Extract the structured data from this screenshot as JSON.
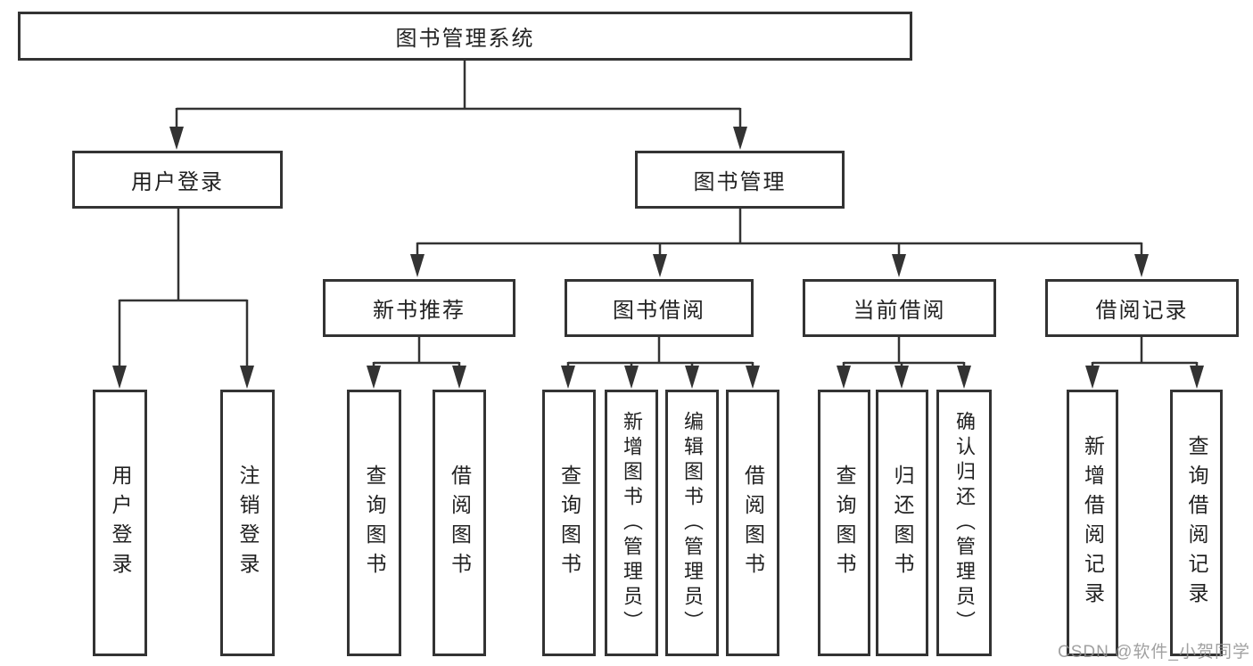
{
  "tree": {
    "root": {
      "label": "图书管理系统"
    },
    "branches": [
      {
        "label": "用户登录",
        "children": [
          {
            "label": "用户登录"
          },
          {
            "label": "注销登录"
          }
        ]
      },
      {
        "label": "图书管理",
        "groups": [
          {
            "label": "新书推荐",
            "children": [
              {
                "label": "查询图书"
              },
              {
                "label": "借阅图书"
              }
            ]
          },
          {
            "label": "图书借阅",
            "children": [
              {
                "label": "查询图书"
              },
              {
                "label": "新增图书（管理员）"
              },
              {
                "label": "编辑图书（管理员）"
              },
              {
                "label": "借阅图书"
              }
            ]
          },
          {
            "label": "当前借阅",
            "children": [
              {
                "label": "查询图书"
              },
              {
                "label": "归还图书"
              },
              {
                "label": "确认归还（管理员）"
              }
            ]
          },
          {
            "label": "借阅记录",
            "children": [
              {
                "label": "新增借阅记录"
              },
              {
                "label": "查询借阅记录"
              }
            ]
          }
        ]
      }
    ]
  },
  "watermark": "CSDN @软件_小贺同学",
  "colors": {
    "line": "#333333",
    "box_fill": "#ffffff",
    "text": "#222222",
    "watermark": "#919191"
  }
}
